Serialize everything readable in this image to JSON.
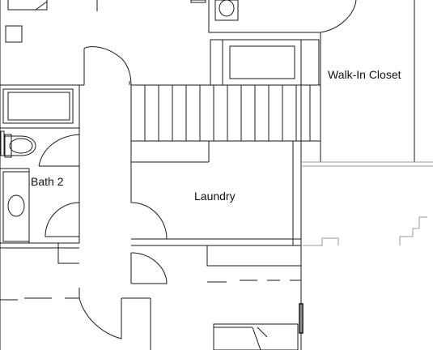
{
  "plan": {
    "rooms": [
      {
        "key": "walk_in_closet",
        "label": "Walk-In Closet"
      },
      {
        "key": "bath_2",
        "label": "Bath 2"
      },
      {
        "key": "laundry",
        "label": "Laundry"
      }
    ]
  }
}
